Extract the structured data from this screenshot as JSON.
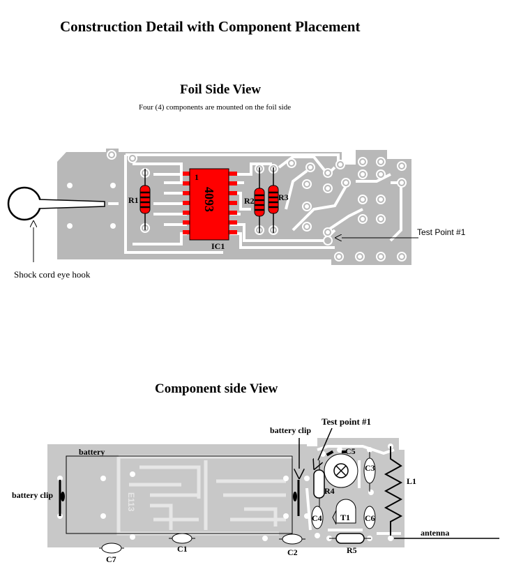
{
  "title": "Construction Detail with Component Placement",
  "foil_view": {
    "heading": "Foil Side View",
    "subheading": "Four (4) components are mounted on the foil side",
    "labels": {
      "r1": "R1",
      "r2": "R2",
      "r3": "R3",
      "ic_number": "4093",
      "ic_pin1": "1",
      "ic1": "IC1",
      "test_point": "Test Point #1",
      "eye_hook": "Shock cord eye hook"
    }
  },
  "component_view": {
    "heading": "Component side View",
    "labels": {
      "test_point": "Test point #1",
      "battery_clip_right": "battery  clip",
      "battery_clip_left": "battery  clip",
      "battery": "battery",
      "c5": "C5",
      "c3": "C3",
      "l1": "L1",
      "r4": "R4",
      "c4": "C4",
      "t1": "T1",
      "c6": "C6",
      "antenna": "antenna",
      "c7": "C7",
      "c1": "C1",
      "c2": "C2",
      "r5": "R5",
      "board_mark": "E113"
    }
  },
  "colors": {
    "board": "#b8b8b8",
    "ic": "#ff0000",
    "resistor_body": "#ff0000",
    "trace": "#ffffff",
    "pad_hole": "#ffffff",
    "board_light": "#c8c8c8"
  }
}
